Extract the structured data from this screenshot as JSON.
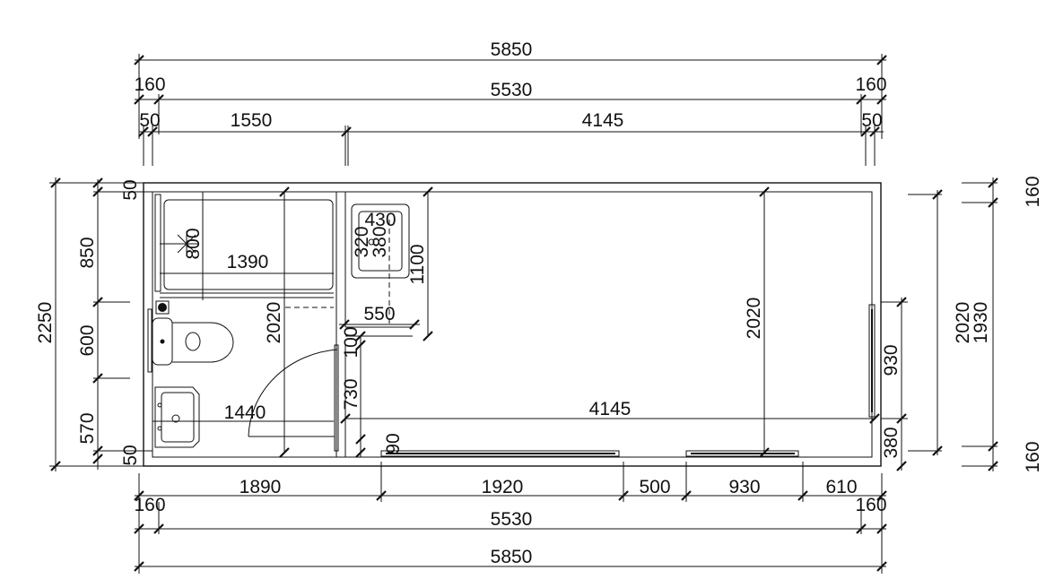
{
  "top_dims": {
    "overall": "5850",
    "left_wall": "160",
    "inner": "5530",
    "right_wall": "160",
    "seg_a": "50",
    "seg_b": "1550",
    "seg_c": "4145",
    "seg_d": "50"
  },
  "bottom_dims": {
    "seg1": "1890",
    "seg2": "1920",
    "seg3": "500",
    "seg4": "930",
    "seg5": "610",
    "left_wall": "160",
    "inner": "5530",
    "right_wall": "160",
    "overall": "5850"
  },
  "left_dims": {
    "overall": "2250",
    "seg1": "50",
    "seg2": "850",
    "seg3": "600",
    "seg4": "570",
    "seg5": "50"
  },
  "right_dims": {
    "window": "930",
    "sill": "380",
    "height_a": "2020",
    "height_b": "1930",
    "top_wall": "160",
    "bottom_wall": "160"
  },
  "interior_dims": {
    "shower_width": "1390",
    "shower_depth": "800",
    "bath_height": "2020",
    "bath_width": "1440",
    "basin_w": "430",
    "basin_d": "380",
    "basin_r": "320",
    "counter_depth": "1100",
    "counter_width": "550",
    "gap": "100",
    "door": "730",
    "door_offset": "90",
    "room_length": "4145",
    "room_height": "2020"
  }
}
